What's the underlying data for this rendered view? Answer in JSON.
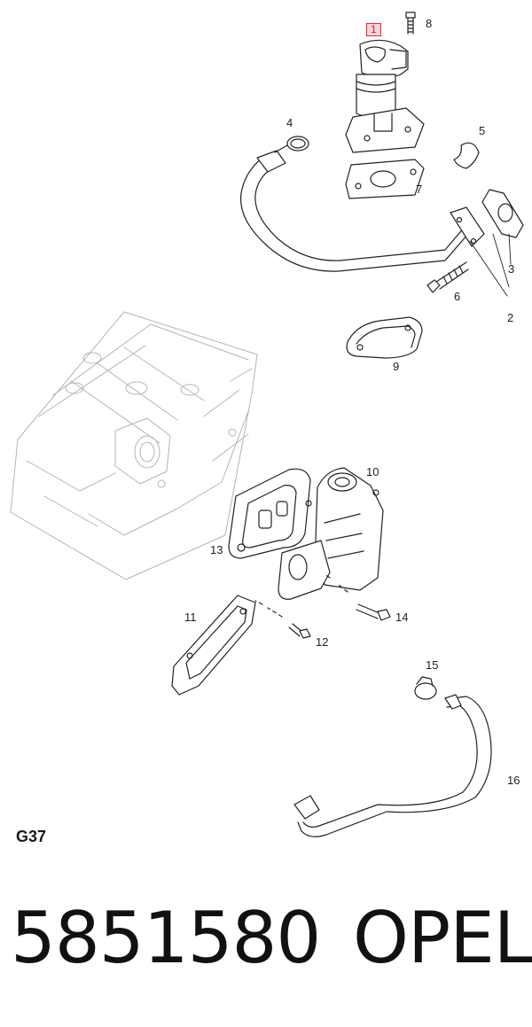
{
  "figure_code": "G37",
  "part_number": "5851580",
  "brand": "OPEL",
  "highlight_color": "#d8303e",
  "callouts": {
    "c1": "1",
    "c2": "2",
    "c3": "3",
    "c4": "4",
    "c5": "5",
    "c6": "6",
    "c7": "7",
    "c8": "8",
    "c9": "9",
    "c10": "10",
    "c11": "11",
    "c12": "12",
    "c13": "13",
    "c14": "14",
    "c15": "15",
    "c16": "16"
  },
  "highlighted_callout": "1"
}
